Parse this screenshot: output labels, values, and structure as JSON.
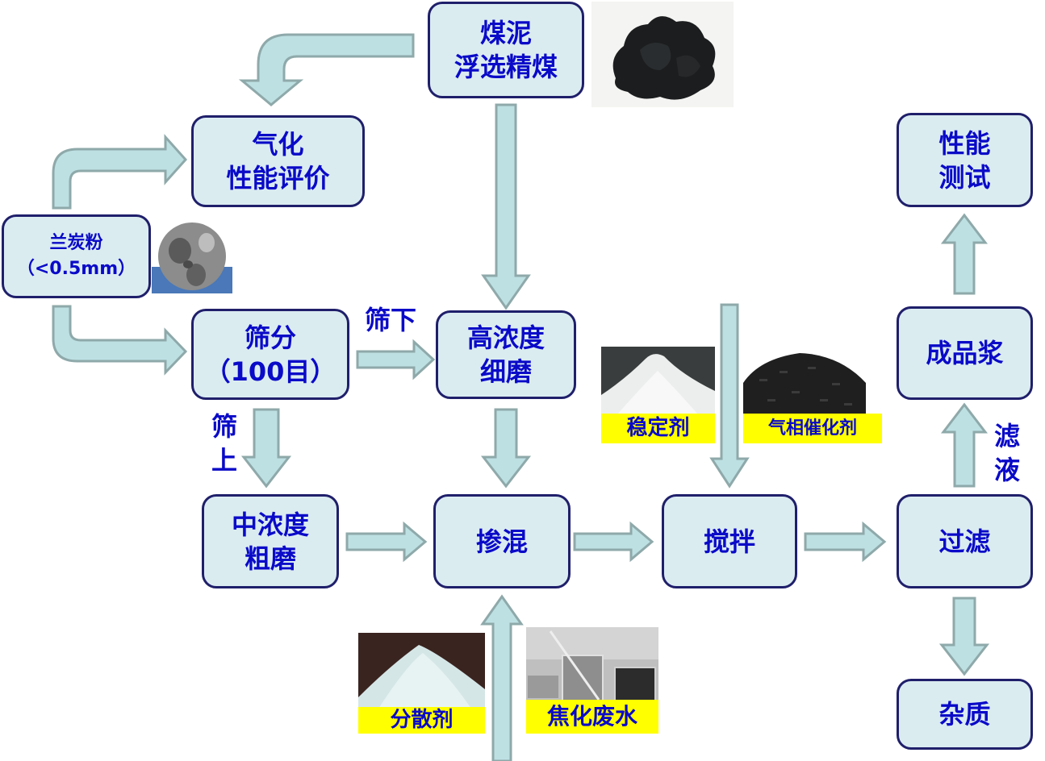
{
  "colors": {
    "box_fill": "#dbecf1",
    "box_border": "#1f1f6b",
    "text": "#0a0ac8",
    "arrow_fill": "#bde0e3",
    "arrow_border": "#8fa9aa",
    "caption_bg": "#ffff00"
  },
  "nodes": {
    "coal_slime": [
      "煤泥",
      "浮选精煤"
    ],
    "gasification": [
      "气化",
      "性能评价"
    ],
    "semi_coke": [
      "兰炭粉",
      "（<0.5mm）"
    ],
    "screening": [
      "筛分",
      "（100目）"
    ],
    "high_conc_grinding": [
      "高浓度",
      "细磨"
    ],
    "medium_conc_grinding": [
      "中浓度",
      "粗磨"
    ],
    "blending": [
      "掺混"
    ],
    "stirring": [
      "搅拌"
    ],
    "filtration": [
      "过滤"
    ],
    "impurities": [
      "杂质"
    ],
    "product_slurry": [
      "成品浆"
    ],
    "performance_test": [
      "性能",
      "测试"
    ]
  },
  "labels": {
    "undersize": "筛下",
    "oversize": [
      "筛",
      "上"
    ],
    "filtrate": [
      "滤",
      "液"
    ]
  },
  "additives": {
    "stabilizer": "稳定剂",
    "gas_catalyst": "气相催化剂",
    "dispersant": "分散剂",
    "coking_wastewater": "焦化废水"
  }
}
